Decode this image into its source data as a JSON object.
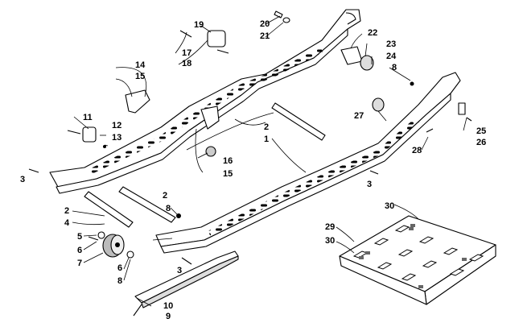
{
  "diagram": {
    "callouts": [
      "1",
      "2",
      "2",
      "2",
      "3",
      "3",
      "3",
      "4",
      "5",
      "6",
      "6",
      "7",
      "8",
      "8",
      "8",
      "9",
      "10",
      "11",
      "12",
      "13",
      "14",
      "15",
      "15",
      "16",
      "17",
      "18",
      "19",
      "20",
      "21",
      "22",
      "23",
      "24",
      "25",
      "26",
      "27",
      "28",
      "29",
      "30",
      "30"
    ]
  }
}
